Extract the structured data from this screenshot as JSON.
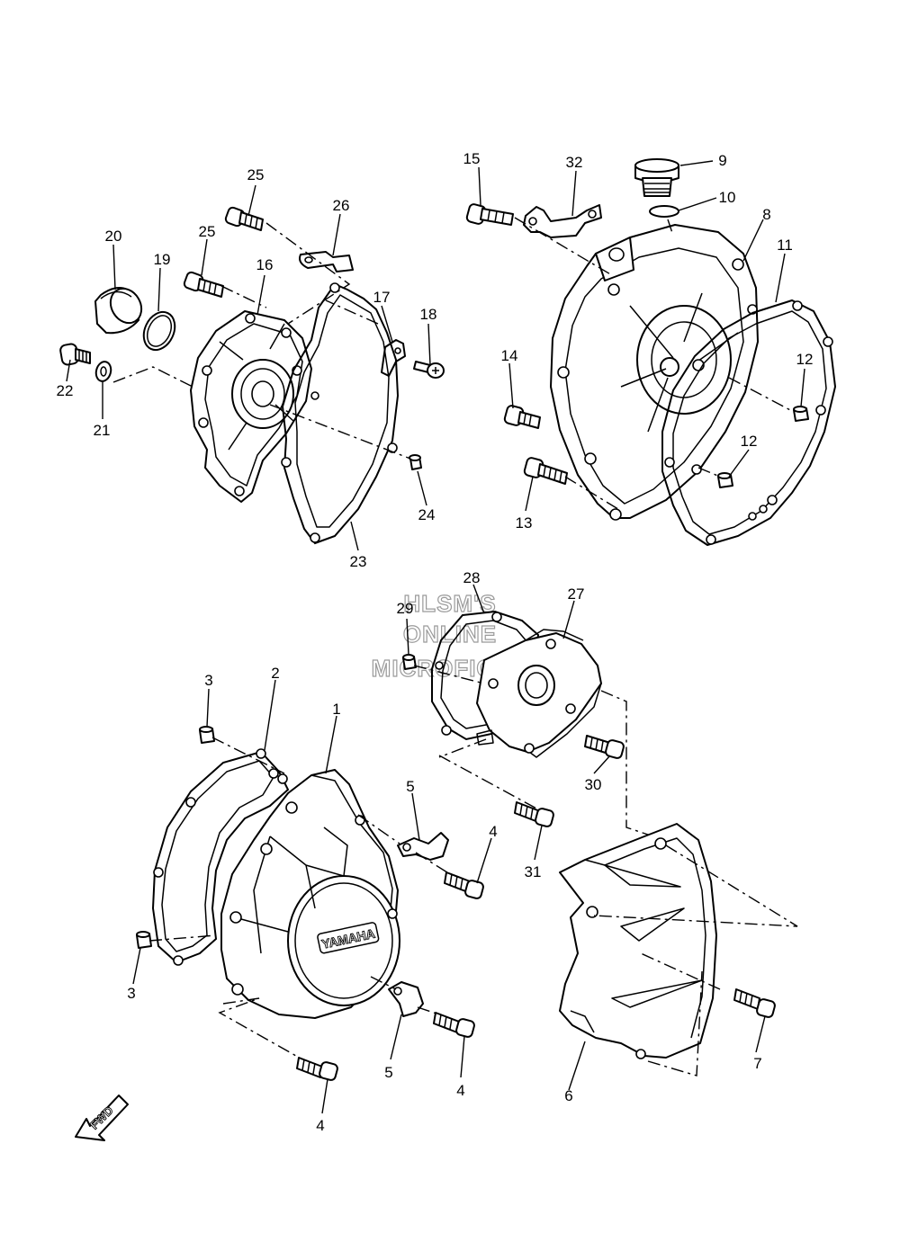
{
  "watermark": [
    "HLSM'S",
    "ONLINE",
    "MICROFICHE"
  ],
  "direction_marker": "FWD",
  "brand_logo": "YAMAHA",
  "callouts": {
    "p1": "1",
    "p2": "2",
    "p3a": "3",
    "p3b": "3",
    "p4a": "4",
    "p4b": "4",
    "p4c": "4",
    "p5a": "5",
    "p5b": "5",
    "p6": "6",
    "p7": "7",
    "p8": "8",
    "p9": "9",
    "p10": "10",
    "p11": "11",
    "p12a": "12",
    "p12b": "12",
    "p13": "13",
    "p14": "14",
    "p15": "15",
    "p16": "16",
    "p17": "17",
    "p18": "18",
    "p19": "19",
    "p20": "20",
    "p21": "21",
    "p22": "22",
    "p23": "23",
    "p24": "24",
    "p25a": "25",
    "p25b": "25",
    "p26": "26",
    "p27": "27",
    "p28": "28",
    "p29": "29",
    "p30": "30",
    "p31": "31",
    "p32": "32"
  }
}
